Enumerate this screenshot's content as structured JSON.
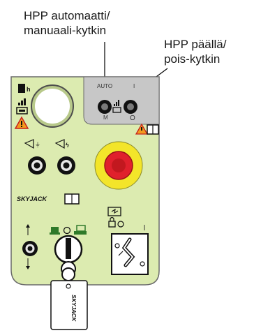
{
  "callouts": {
    "auto_manual_line1": "HPP automaatti/",
    "auto_manual_line2": "manuaali-kytkin",
    "on_off_line1": "HPP päällä/",
    "on_off_line2": "pois-kytkin"
  },
  "panel_labels": {
    "auto": "AUTO",
    "manual": "M",
    "on_mark": "I",
    "off_mark": "O",
    "brand": "SKYJACK",
    "tag_brand": "SKYJACK"
  },
  "colors": {
    "panel": "#dcebb0",
    "gray_box": "#c7c7c7",
    "estop_yellow": "#f3e52a",
    "estop_red": "#e0202c",
    "warning": "#f39a1e"
  }
}
